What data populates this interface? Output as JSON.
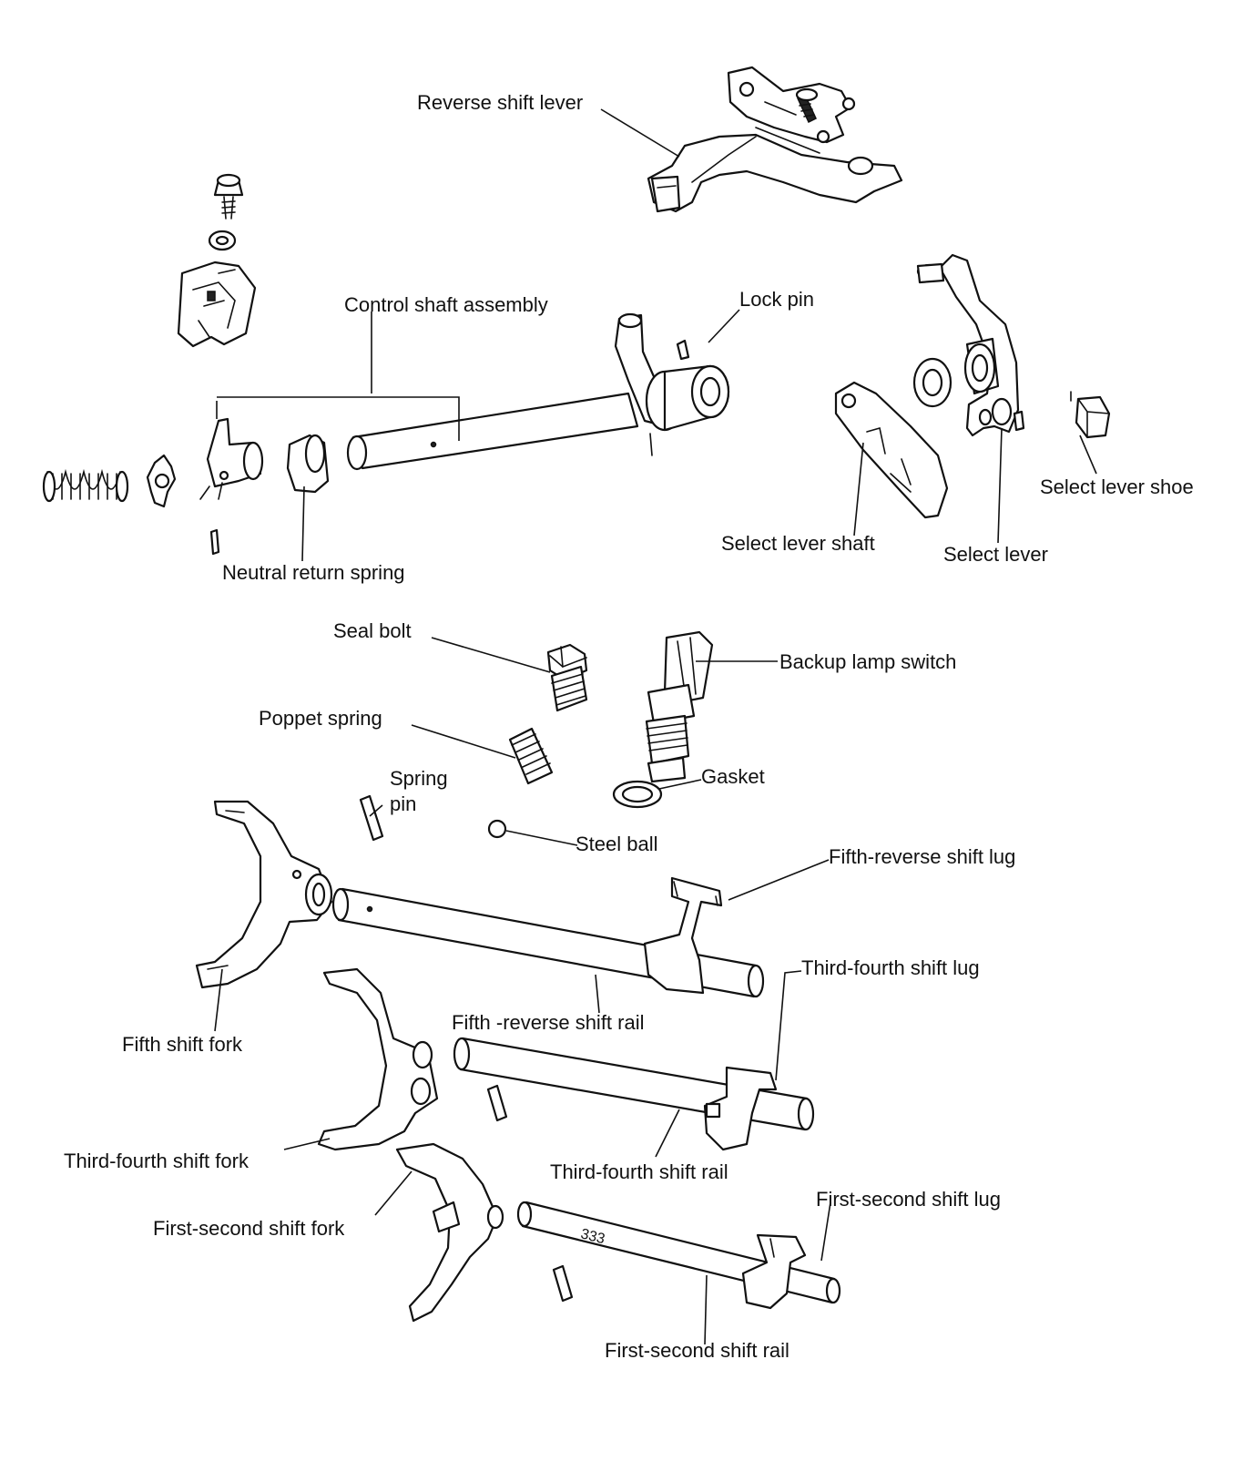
{
  "labels": {
    "reverse_shift_lever": "Reverse shift lever",
    "control_shaft_assembly": "Control shaft assembly",
    "lock_pin": "Lock pin",
    "select_lever_shoe": "Select lever shoe",
    "select_lever_shaft": "Select lever shaft",
    "select_lever": "Select lever",
    "neutral_return_spring": "Neutral return spring",
    "seal_bolt": "Seal bolt",
    "backup_lamp_switch": "Backup lamp switch",
    "poppet_spring": "Poppet spring",
    "spring_pin_line1": "Spring",
    "spring_pin_line2": "pin",
    "gasket": "Gasket",
    "steel_ball": "Steel ball",
    "fifth_reverse_shift_lug": "Fifth-reverse shift lug",
    "third_fourth_shift_lug": "Third-fourth shift lug",
    "fifth_reverse_shift_rail": "Fifth -reverse shift rail",
    "fifth_shift_fork": "Fifth shift fork",
    "third_fourth_shift_fork": "Third-fourth shift fork",
    "third_fourth_shift_rail": "Third-fourth shift rail",
    "first_second_shift_lug": "First-second shift lug",
    "first_second_shift_fork": "First-second shift fork",
    "first_second_shift_rail": "First-second shift rail",
    "rail_stamp": "333"
  }
}
